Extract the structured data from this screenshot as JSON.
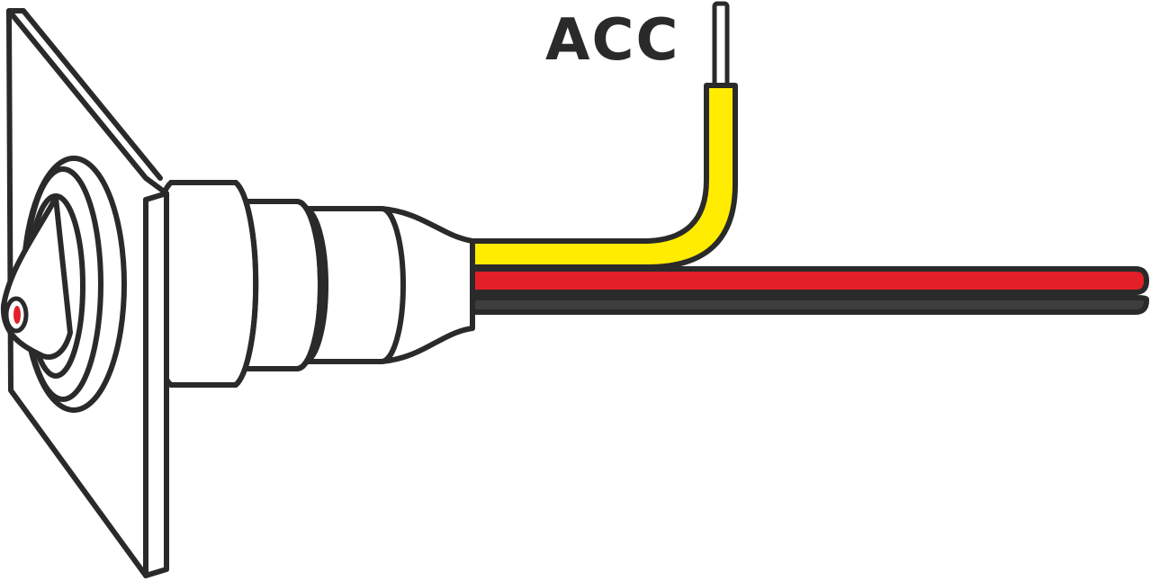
{
  "label": {
    "text": "ACC"
  },
  "colors": {
    "outline": "#2a2a2a",
    "fill": "#ffffff",
    "wire_yellow": "#ffec00",
    "wire_red": "#e32028",
    "wire_black": "#3e3e3e",
    "led_red": "#e32028"
  },
  "icons": {
    "component": "panel-mount-led-indicator",
    "leads": [
      "yellow-wire",
      "red-wire",
      "black-wire"
    ]
  }
}
